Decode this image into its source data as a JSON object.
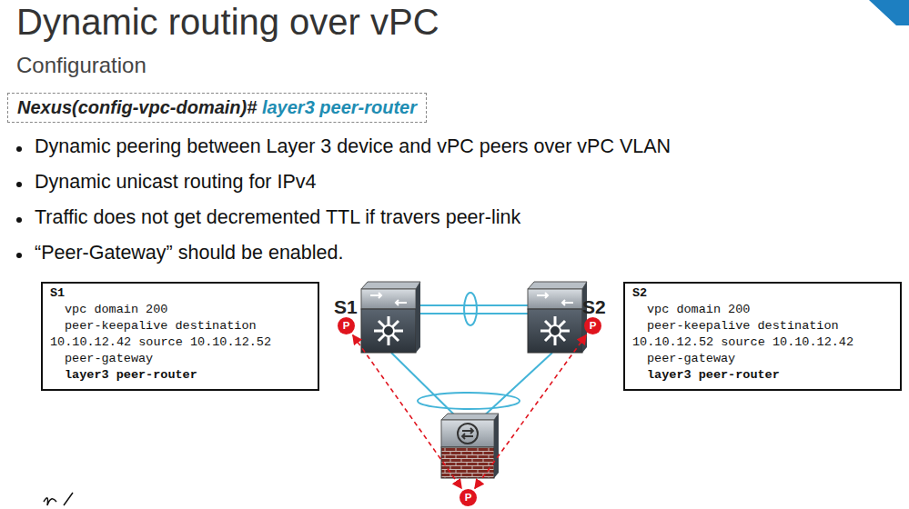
{
  "diagram": {
    "title": "Dynamic routing over vPC",
    "nodes": [
      {
        "text": [
          "Nexus(config-vpc-domain)#",
          "layer3 peer-router"
        ]
      },
      {
        "text": [
          "S1",
          "vpc domain 200",
          "peer-keepalive destination 10.10.12.42 source 10.10.12.52",
          "peer-gateway",
          "layer3 peer-router"
        ]
      },
      {
        "text": [
          "S2",
          "vpc domain 200",
          "peer-keepalive destination 10.10.12.52 source 10.10.12.42",
          "peer-gateway",
          "layer3 peer-router"
        ]
      },
      {
        "text": [
          "P"
        ]
      },
      {
        "text": [
          "P"
        ]
      },
      {
        "text": [
          "P"
        ]
      }
    ],
    "edges": [
      {
        "from": 3,
        "to": 5,
        "arrow": "both"
      },
      {
        "from": 4,
        "to": 5,
        "arrow": "both"
      }
    ],
    "labels": [
      "Configuration",
      "Dynamic peering between Layer 3 device and vPC peers over vPC VLAN",
      "Dynamic unicast routing for IPv4",
      "Traffic does not get decremented TTL if travers peer-link",
      "“Peer-Gateway” should be enabled.",
      "S1",
      "S2"
    ]
  }
}
